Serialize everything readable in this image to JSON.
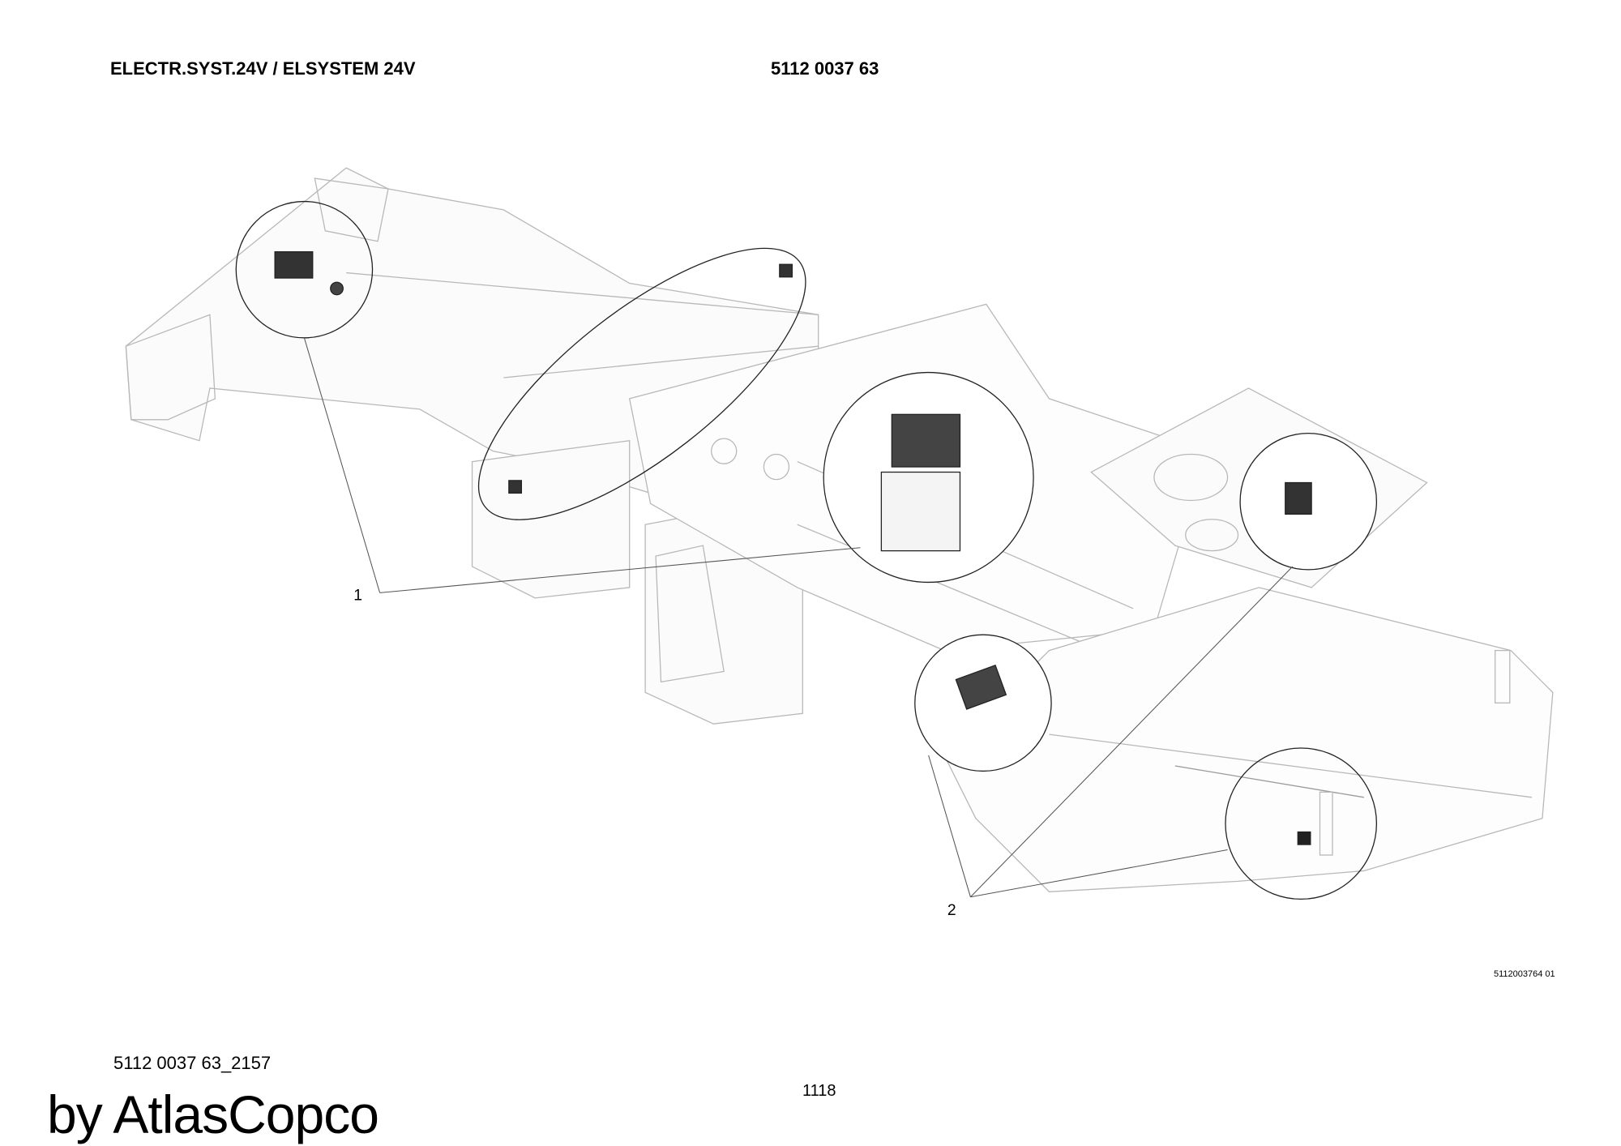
{
  "header": {
    "title": "ELECTR.SYST.24V / ELSYSTEM 24V",
    "document_number": "5112 0037 63"
  },
  "drawing": {
    "callouts": [
      "1",
      "2"
    ],
    "reference": "5112003764 01"
  },
  "footer": {
    "code": "5112 0037 63_2157",
    "page": "1118",
    "watermark": "by AtlasCopco"
  }
}
